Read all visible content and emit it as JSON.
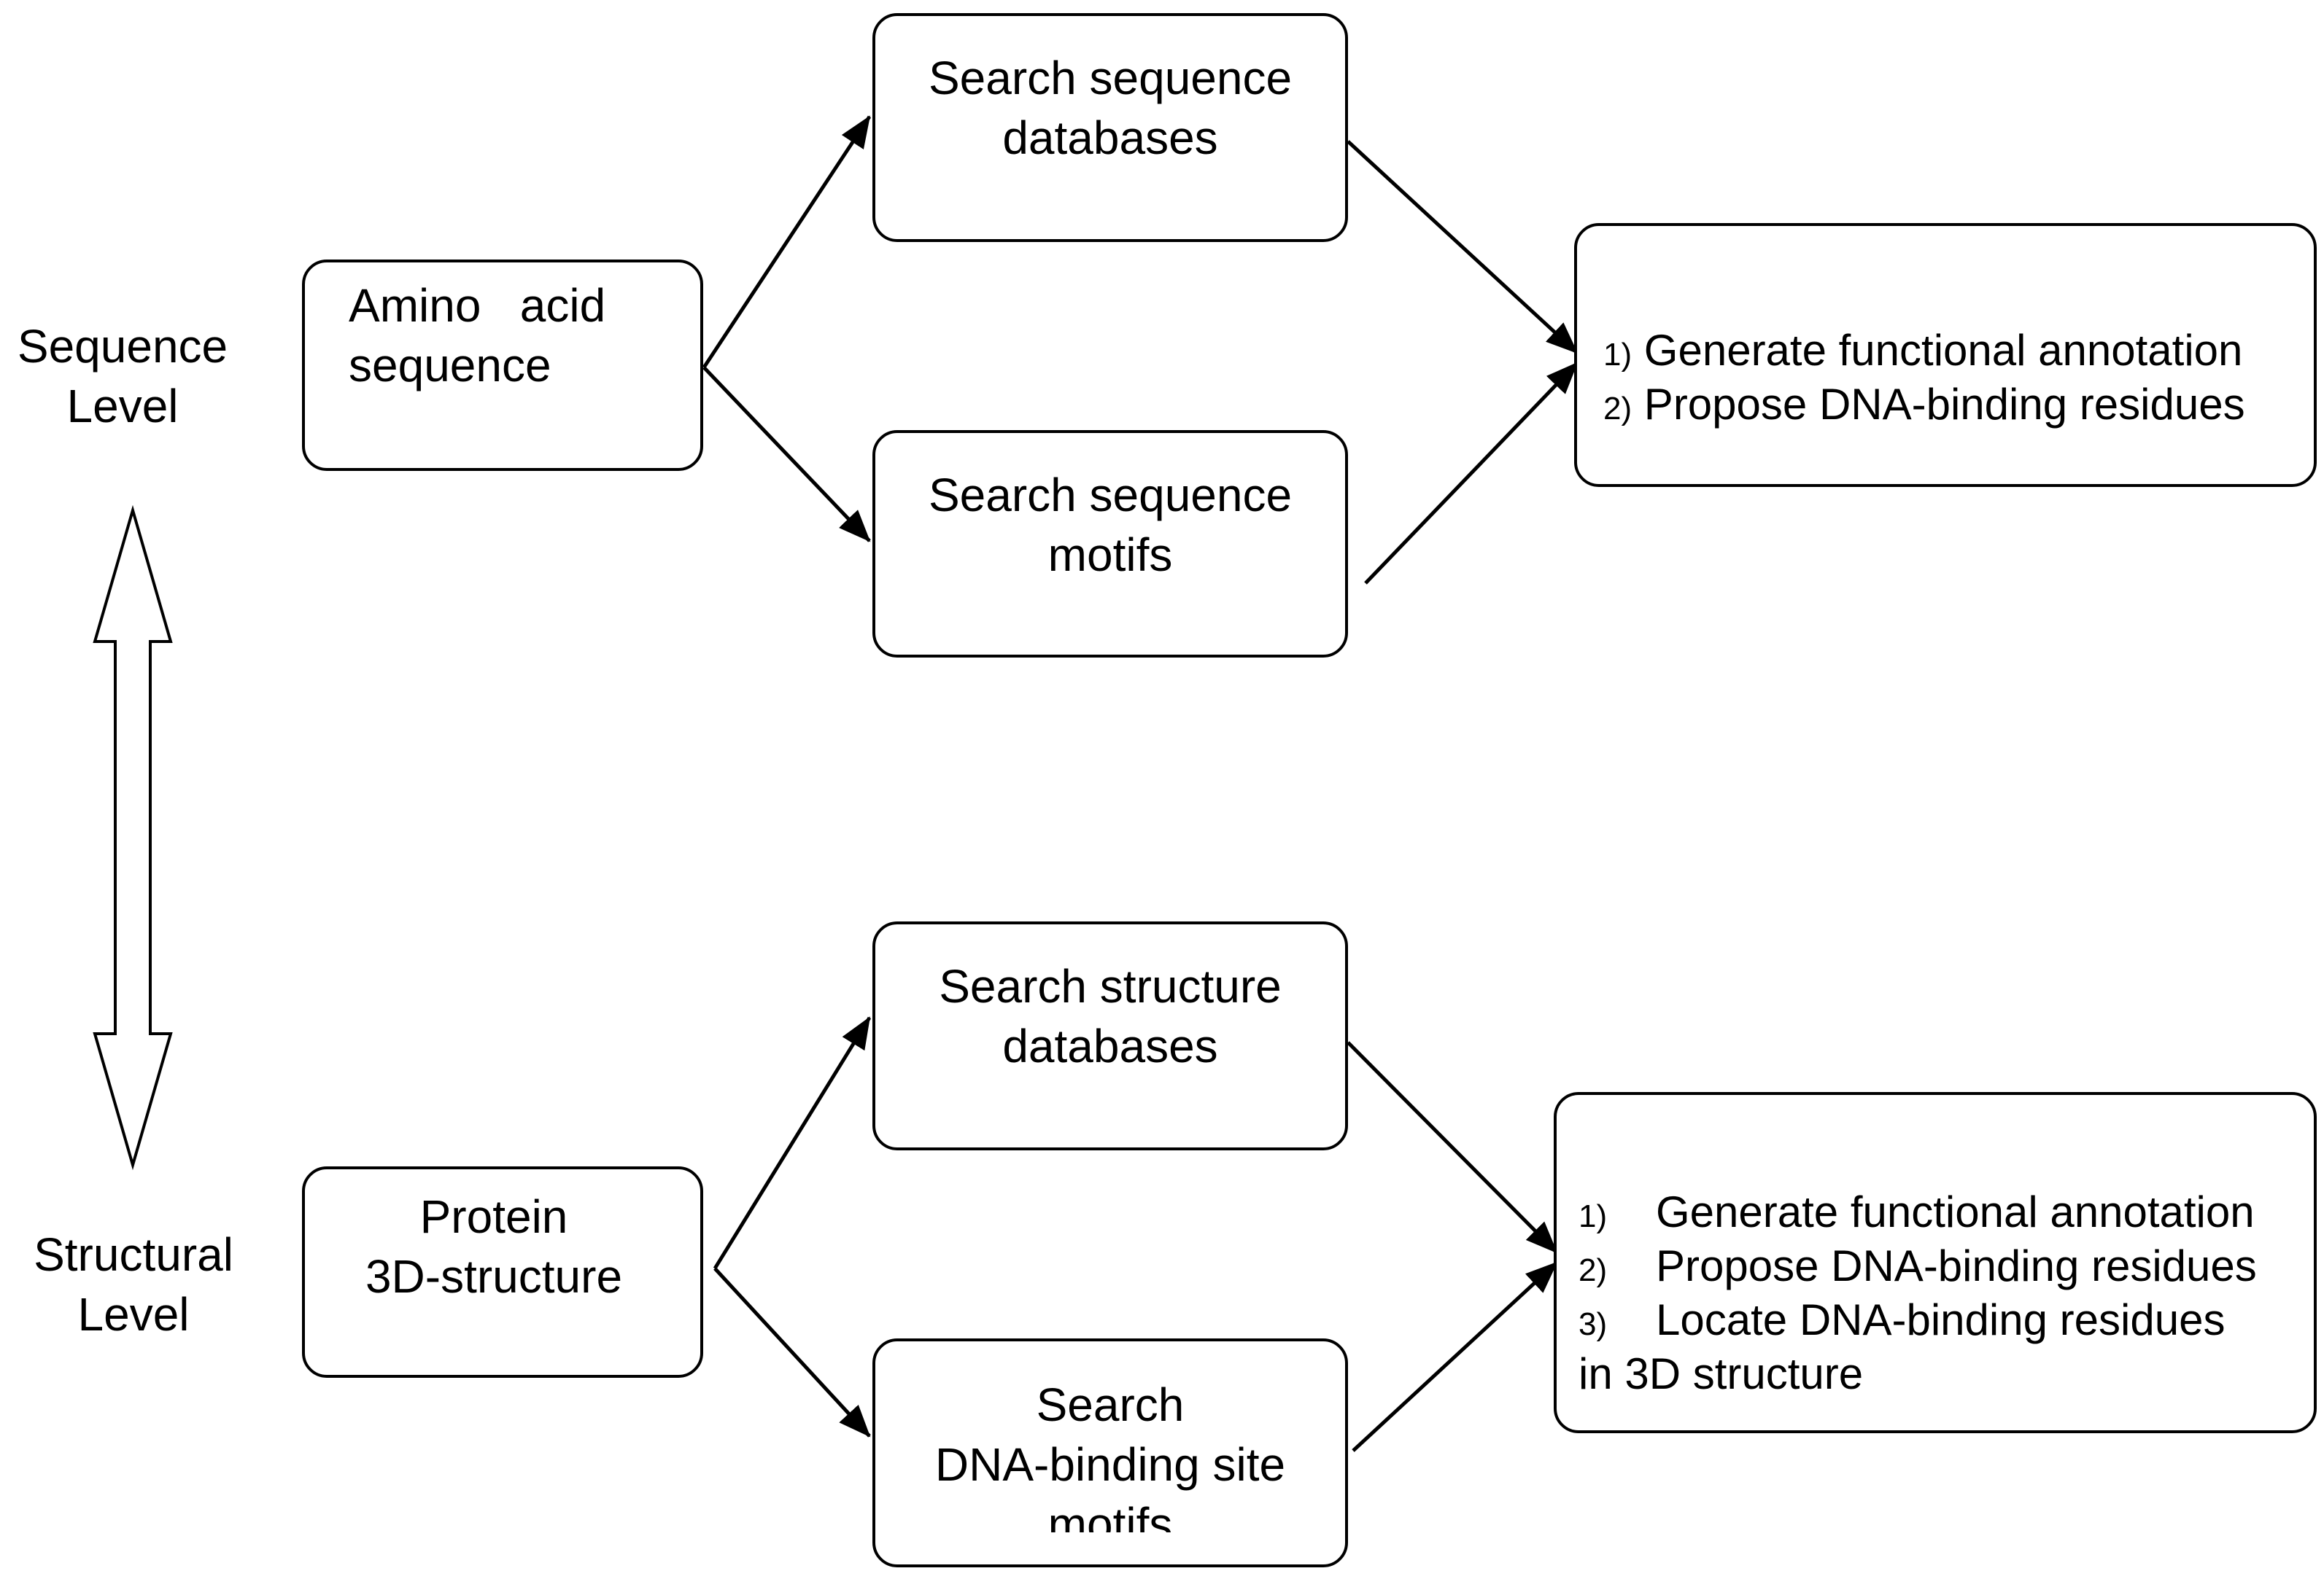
{
  "levels": {
    "sequence": [
      "Sequence",
      "Level"
    ],
    "structural": [
      "Structural",
      "Level"
    ]
  },
  "sequence_row": {
    "input": [
      "Amino   acid",
      "sequence"
    ],
    "search_db": [
      "Search sequence",
      "databases"
    ],
    "search_motifs": [
      "Search sequence",
      "motifs"
    ],
    "output": [
      {
        "num": "1)",
        "text": "Generate functional annotation"
      },
      {
        "num": "2)",
        "text": "Propose DNA-binding residues"
      }
    ]
  },
  "structural_row": {
    "input": [
      "Protein",
      "3D-structure"
    ],
    "search_db": [
      "Search structure",
      "databases"
    ],
    "search_motifs": [
      "Search",
      "DNA-binding site",
      "motifs"
    ],
    "output": [
      {
        "num": "1)",
        "text": "Generate functional annotation"
      },
      {
        "num": "2)",
        "text": "Propose DNA-binding residues"
      },
      {
        "num": "3)",
        "text": "Locate DNA-binding residues"
      }
    ],
    "output_tail": "in 3D structure"
  },
  "colors": {
    "stroke": "#000000",
    "background": "#ffffff"
  }
}
